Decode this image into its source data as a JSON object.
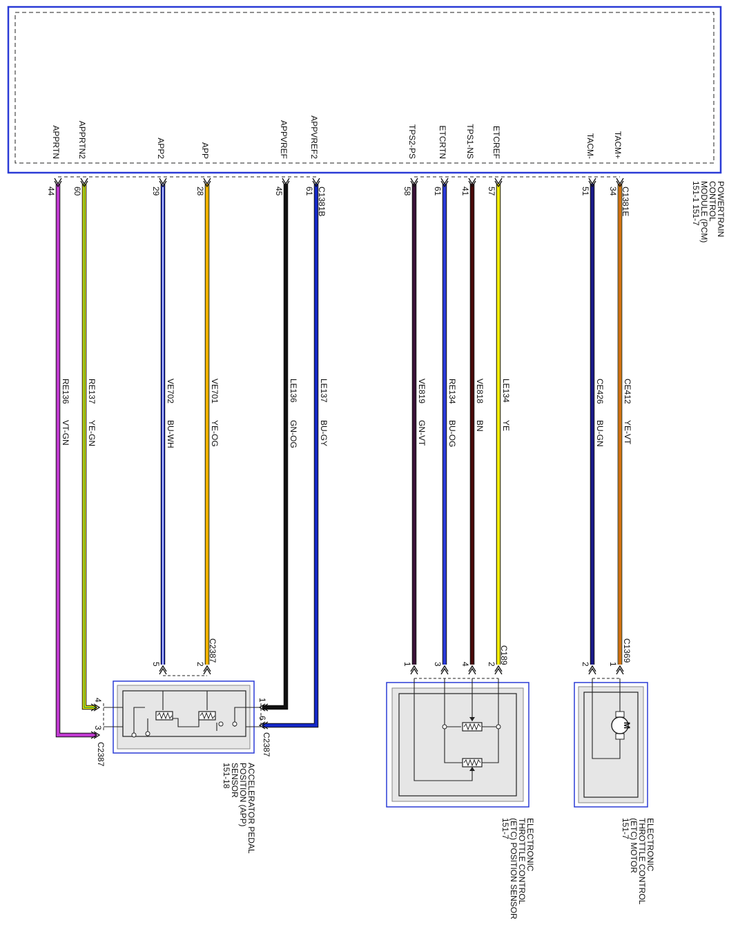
{
  "pcm": {
    "name_lines": [
      "POWERTRAIN",
      "CONTROL",
      "MODULE (PCM)",
      "151-1    151-7"
    ]
  },
  "connectors": {
    "pcm_c1381b": "C1381B",
    "pcm_c1381e": "C1381E",
    "app": "C2387",
    "etc_sensor": "C189",
    "etc_motor": "C1369"
  },
  "wires": [
    {
      "signal": "APPRTN",
      "pin": "44",
      "circuit": "RE136",
      "color_code": "VT-GN",
      "colors": [
        "#c03ad0"
      ],
      "comp_pin": "3"
    },
    {
      "signal": "APPRTN2",
      "pin": "60",
      "circuit": "RE137",
      "color_code": "YE-GN",
      "colors": [
        "#f2e600",
        "#3a9a3a"
      ],
      "comp_pin": "4"
    },
    {
      "signal": "APP2",
      "pin": "29",
      "circuit": "VE702",
      "color_code": "BU-WH",
      "colors": [
        "#1d2fd6",
        "#ffffff"
      ],
      "comp_pin": "5"
    },
    {
      "signal": "APP",
      "pin": "28",
      "circuit": "VE701",
      "color_code": "YE-OG",
      "colors": [
        "#f2c800",
        "#ff9800"
      ],
      "comp_pin": "2"
    },
    {
      "signal": "APPVREF",
      "pin": "45",
      "circuit": "LE136",
      "color_code": "GN-OG",
      "colors": [
        "#111111"
      ],
      "comp_pin": "1"
    },
    {
      "signal": "APPVREF2",
      "pin": "61",
      "circuit": "LE137",
      "color_code": "BU-GY",
      "colors": [
        "#1428c8"
      ],
      "comp_pin": "6"
    },
    {
      "signal": "TPS2-PS",
      "pin": "58",
      "circuit": "VE819",
      "color_code": "GN-VT",
      "colors": [
        "#3a1238"
      ],
      "comp_pin": "1"
    },
    {
      "signal": "ETCRTN",
      "pin": "61",
      "circuit": "RE134",
      "color_code": "BU-OG",
      "colors": [
        "#2a3ad8"
      ],
      "comp_pin": "3"
    },
    {
      "signal": "TPS1-NS",
      "pin": "41",
      "circuit": "VE818",
      "color_code": "BN",
      "colors": [
        "#4a0a0a"
      ],
      "comp_pin": "4"
    },
    {
      "signal": "ETCREF",
      "pin": "57",
      "circuit": "LE134",
      "color_code": "YE",
      "colors": [
        "#f5ec00"
      ],
      "comp_pin": "2"
    },
    {
      "signal": "TACM-",
      "pin": "51",
      "circuit": "CE426",
      "color_code": "BU-GN",
      "colors": [
        "#1a1a8a"
      ],
      "comp_pin": "2"
    },
    {
      "signal": "TACM+",
      "pin": "34",
      "circuit": "CE412",
      "color_code": "YE-VT",
      "colors": [
        "#f5a020",
        "#b03a00"
      ],
      "comp_pin": "1"
    }
  ],
  "components": {
    "app_sensor": [
      "ACCELERATOR PEDAL",
      "POSITION (APP)",
      "SENSOR",
      "151-18"
    ],
    "etc_sensor": [
      "ELECTRONIC",
      "THROTTLE CONTROL",
      "(ETC) POSITION SENSOR",
      "151-7"
    ],
    "etc_motor": [
      "ELECTRONIC",
      "THROTTLE CONTROL",
      "(ETC) MOTOR",
      "151-7"
    ]
  }
}
